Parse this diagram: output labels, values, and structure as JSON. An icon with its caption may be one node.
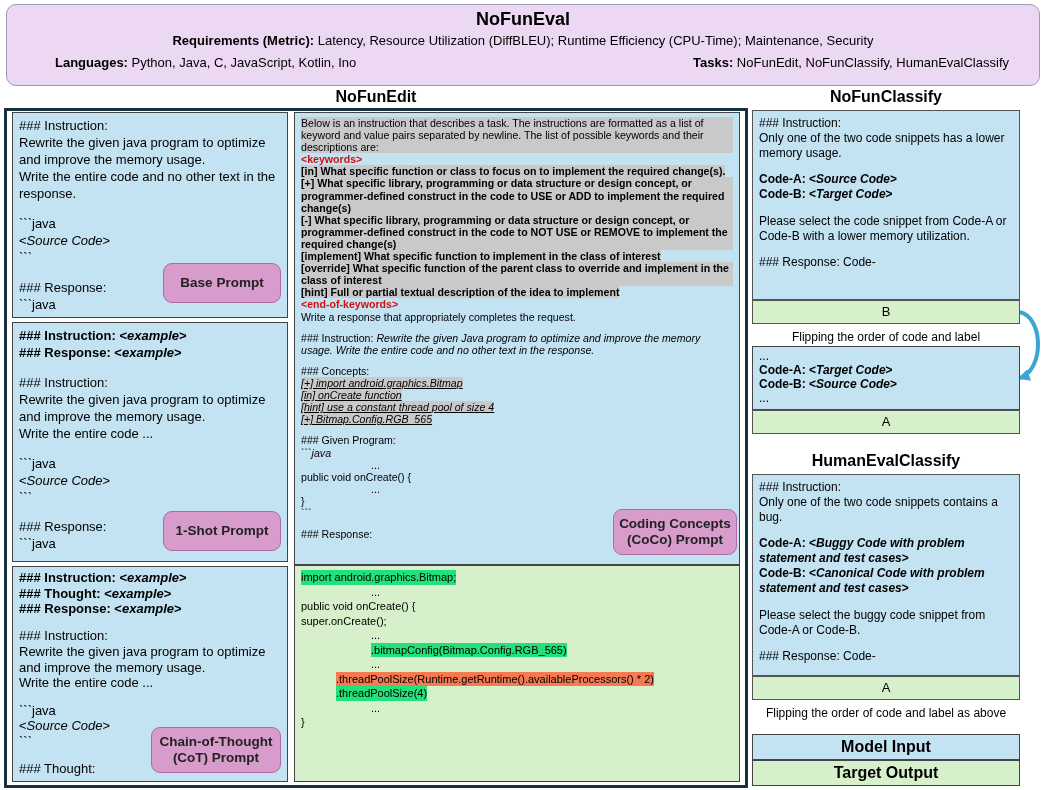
{
  "diagram": {
    "nodes": [
      {
        "text": [
          "NoFunEval",
          "**Requirements (Metric):** Latency, Resource Utilization (DiffBLEU); Runtime Efficiency (CPU-Time); Maintenance, Security",
          "**Languages:** Python, Java, C, JavaScript, Kotlin, Ino",
          "**Tasks:** NoFunEdit, NoFunClassify, HumanEvalClassify"
        ]
      },
      {
        "text": [
          "NoFunEdit"
        ]
      },
      {
        "text": [
          "### Instruction:",
          "Rewrite the given java program to optimize and improve the memory usage.",
          "Write the entire code and no other text in the response.",
          "```java",
          "<*Source Code*>",
          "```",
          "### Response:",
          "```java"
        ],
        "in": 1
      },
      {
        "text": [
          "Base Prompt"
        ],
        "in": 2
      },
      {
        "text": [
          "**### Instruction: <*example*>**",
          "**### Response: <*example*>**",
          "### Instruction:",
          "Rewrite the given java program to optimize and improve the memory usage.",
          "Write the entire code ...",
          "```java",
          "<*Source Code*>",
          "```",
          "### Response:",
          "```java"
        ],
        "in": 1
      },
      {
        "text": [
          "1-Shot Prompt"
        ],
        "in": 4
      },
      {
        "text": [
          "**### Instruction: <*example*>**",
          "**### Thought: <*example*>**",
          "**### Response: <*example*>**",
          "### Instruction:",
          "Rewrite the given java program to optimize and improve the memory usage.",
          "Write the entire code ...",
          "```java",
          "<*Source Code*>",
          "```",
          "### Thought:"
        ],
        "in": 1
      },
      {
        "text": [
          "Chain-of-Thought (CoT) Prompt"
        ],
        "in": 6
      },
      {
        "text": [
          "Below is an instruction that describes a task. The instructions are formatted as a list of keyword and value pairs separated by newline. The list of possible keywords and their descriptions are:",
          "<keywords>",
          "[in] What specific function or class to focus on to implement the required change(s).",
          "[+] What specific library, programming or data structure or design concept, or programmer-defined construct in the code to USE or ADD to implement the required change(s)",
          "[-] What specific library, programming or data structure or design concept, or programmer-defined construct in the code to NOT USE or REMOVE to implement the required change(s)",
          "[implement] What specific function to implement in the class of interest",
          "[override] What specific function of the parent class to override and implement in the class of interest",
          "[hint] Full or partial textual description of the idea to implement",
          "<end-of-keywords>",
          "Write a response that appropriately completes the request.",
          "### Instruction: *Rewrite the given Java program to optimize and improve the memory usage. Write the entire code and no other text in the response.*",
          "### Concepts:",
          "[+] import android.graphics.Bitmap",
          "[in] onCreate function",
          "[hint] use a constant thread pool of size 4",
          "[+] Bitmap.Config.RGB_565",
          "### Given Program:",
          "```*java*",
          "...",
          "public void onCreate() {",
          "...",
          "}",
          "```",
          "### Response:"
        ],
        "in": 1
      },
      {
        "text": [
          "Coding Concepts (CoCo) Prompt"
        ],
        "in": 8
      },
      {
        "text": [
          "import android.graphics.Bitmap;",
          "...",
          "public void onCreate() {",
          "super.onCreate();",
          "...",
          ".bitmapConfig(Bitmap.Config.RGB_565)",
          "...",
          ".threadPoolSize(Runtime.getRuntime().availableProcessors() * 2)",
          ".threadPoolSize(4)",
          "...",
          "}"
        ],
        "in": 1
      },
      {
        "text": [
          "NoFunClassify",
          "### Instruction:",
          "Only one of the two code snippets has a lower memory usage.",
          "**Code-A: <*Source Code*>**",
          "**Code-B: <*Target Code*>**",
          "Please select the code snippet from Code-A or Code-B with a lower memory utilization.",
          "### Response: Code-"
        ]
      },
      {
        "text": [
          "B"
        ]
      },
      {
        "text": [
          "...",
          "**Code-A: <*Target Code*>**",
          "**Code-B: <*Source Code*>**",
          "..."
        ]
      },
      {
        "text": [
          "A"
        ]
      },
      {
        "text": [
          "HumanEvalClassify",
          "### Instruction:",
          "Only one of the two code snippets contains a bug.",
          "**Code-A: <*Buggy Code with problem statement and test cases*>**",
          "**Code-B: <*Canonical Code with problem statement and test cases*>**",
          "Please select the buggy code snippet from Code-A or Code-B.",
          "### Response: Code-"
        ]
      },
      {
        "text": [
          "A"
        ]
      }
    ],
    "edges": [
      {
        "from": 12,
        "to": 13,
        "arrow": "to"
      }
    ],
    "labels": [
      "Flipping the order of code and label",
      "Flipping the order of code and label as above"
    ],
    "legend": [
      {
        "text": "Model Input",
        "color": "#c3e3f3"
      },
      {
        "text": "Target Output",
        "color": "#d7f0cc"
      }
    ]
  }
}
